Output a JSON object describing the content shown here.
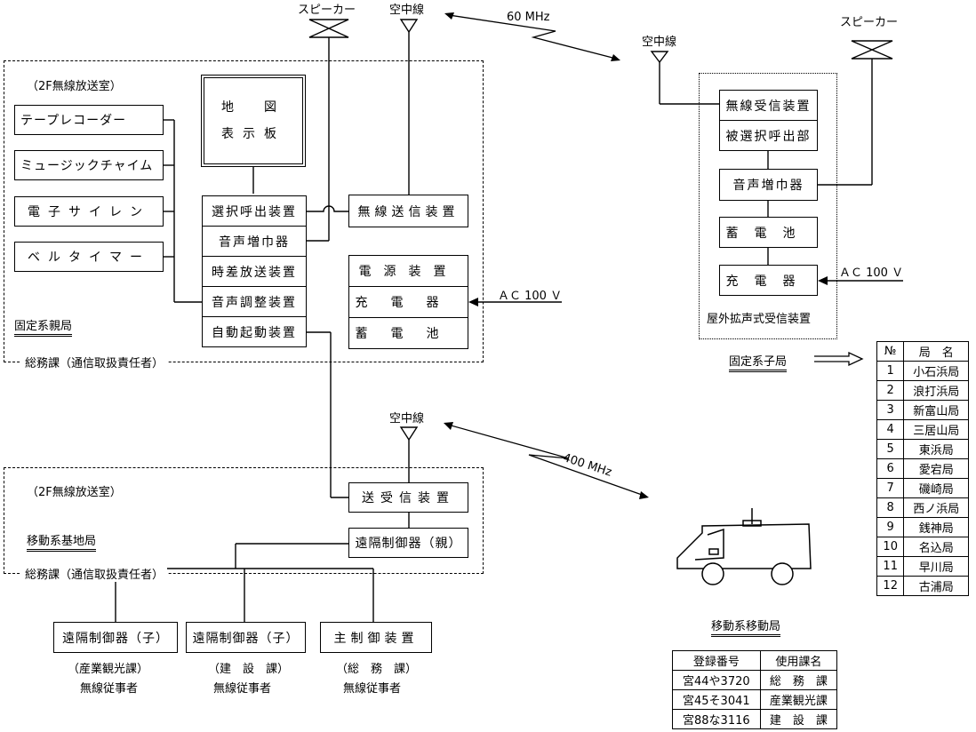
{
  "fixed_parent": {
    "room": "（2F無線放送室）",
    "section": "総務課（通信取扱責任者）",
    "title": "固定系親局",
    "map_line1": "地　図",
    "map_line2": "表示板",
    "left_devices": [
      "テープレコーダー",
      "ミュージックチャイム",
      "電子サイレン",
      "ベルタイマー"
    ],
    "center_devices": [
      "選択呼出装置",
      "音声増巾器",
      "時差放送装置",
      "音声調整装置",
      "自動起動装置"
    ],
    "transmitter": "無線送信装置",
    "power_devices": [
      "電源装置",
      "充電器",
      "蓄電池"
    ],
    "ac": "ＡＣ 100 Ｖ",
    "speaker": "スピーカー",
    "antenna": "空中線"
  },
  "link_60": "60 MHz",
  "outdoor": {
    "antenna": "空中線",
    "speaker": "スピーカー",
    "devices": [
      "無線受信装置",
      "被選択呼出部",
      "音声増巾器",
      "蓄電池",
      "充電器"
    ],
    "title": "屋外拡声式受信装置",
    "ac": "ＡＣ 100 Ｖ"
  },
  "child_stations": {
    "label": "固定系子局",
    "headers": [
      "№",
      "局　名"
    ],
    "rows": [
      [
        "1",
        "小石浜局"
      ],
      [
        "2",
        "浪打浜局"
      ],
      [
        "3",
        "新富山局"
      ],
      [
        "4",
        "三居山局"
      ],
      [
        "5",
        "東浜局"
      ],
      [
        "6",
        "愛宕局"
      ],
      [
        "7",
        "磯崎局"
      ],
      [
        "8",
        "西ノ浜局"
      ],
      [
        "9",
        "銭神局"
      ],
      [
        "10",
        "名込局"
      ],
      [
        "11",
        "早川局"
      ],
      [
        "12",
        "古浦局"
      ]
    ]
  },
  "link_400": "400 MHz",
  "mobile_base": {
    "antenna": "空中線",
    "room": "（2F無線放送室）",
    "title": "移動系基地局",
    "section": "総務課（通信取扱責任者）",
    "transceiver": "送受信装置",
    "remote_parent": "遠隔制御器（親）"
  },
  "consoles": [
    {
      "name": "遠隔制御器（子）",
      "dept": "（産業観光課）",
      "operator": "無線従事者"
    },
    {
      "name": "遠隔制御器（子）",
      "dept": "（建　設　課）",
      "operator": "無線従事者"
    },
    {
      "name": "主制御装置",
      "dept": "（総　務　課）",
      "operator": "無線従事者"
    }
  ],
  "mobile_stations": {
    "label": "移動系移動局",
    "headers": [
      "登録番号",
      "使用課名"
    ],
    "rows": [
      [
        "宮44や3720",
        "総　務　課"
      ],
      [
        "宮45そ3041",
        "産業観光課"
      ],
      [
        "宮88な3116",
        "建　設　課"
      ]
    ]
  }
}
